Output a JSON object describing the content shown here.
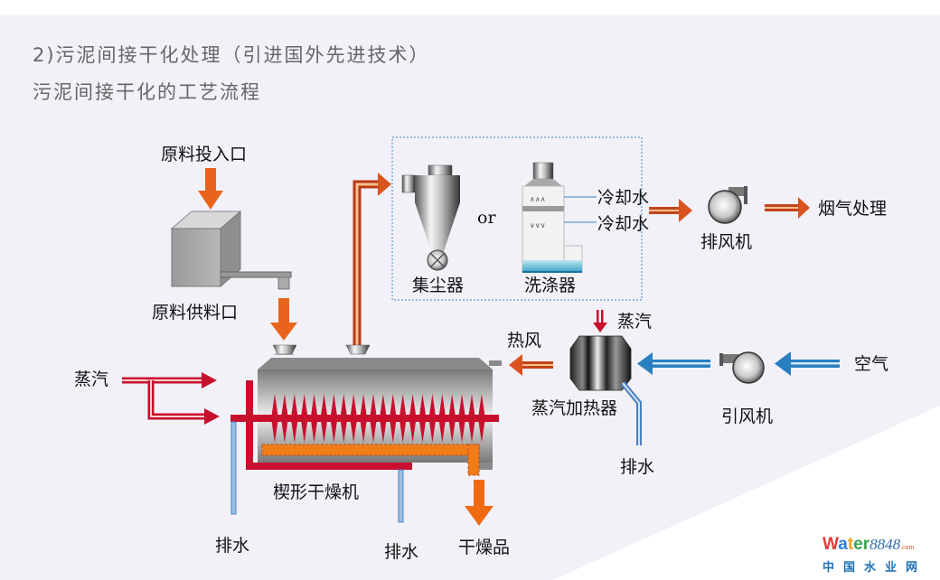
{
  "header": {
    "title": "2)污泥间接干化处理（引进国外先进技术）",
    "subtitle": "污泥间接干化的工艺流程"
  },
  "diagram": {
    "labels": {
      "feed_inlet": "原料投入口",
      "feed_supply": "原料供料口",
      "steam_left": "蒸汽",
      "dryer": "楔形干燥机",
      "drain_1": "排水",
      "drain_2": "排水",
      "dry_product": "干燥品",
      "dust_collector": "集尘器",
      "or": "or",
      "scrubber": "洗涤器",
      "cooling_water_1": "冷却水",
      "cooling_water_2": "冷却水",
      "exhaust_fan": "排风机",
      "flue_gas_treatment": "烟气处理",
      "steam_heater_steam": "蒸汽",
      "hot_air": "热风",
      "steam_heater": "蒸汽加热器",
      "drain_3": "排水",
      "induced_fan": "引风机",
      "air": "空气"
    },
    "colors": {
      "background": "#f3f1f8",
      "steam_red": "#c8102e",
      "material_orange": "#e8641c",
      "air_blue": "#2a7fc1",
      "water_blue": "#5b8fc7",
      "dashed_box": "#7aa7d6"
    }
  },
  "watermark": {
    "brand_w": "W",
    "brand_a": "a",
    "brand_t": "t",
    "brand_er": "er",
    "brand_num": "8848",
    "brand_com": ".com",
    "brand_cn": "中国水业网"
  }
}
